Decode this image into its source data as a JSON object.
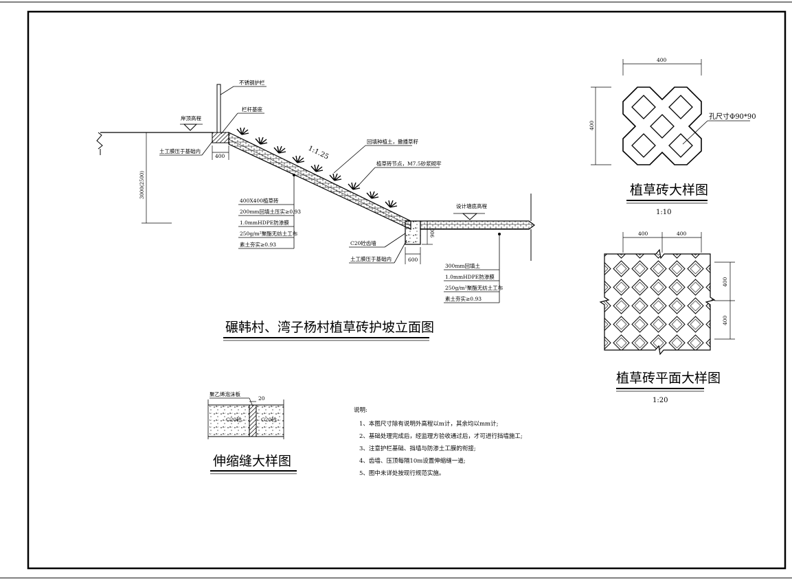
{
  "elevation": {
    "title": "碾韩村、湾子杨村植草砖护坡立面图",
    "labels": {
      "railing": "不锈钢护栏",
      "railing_base": "栏杆基座",
      "bank_top": "岸顶高程",
      "membrane_top": "土工膜压于基础内",
      "dim_400": "400",
      "dim_vertical": "3000(2500)",
      "slope": "1:1.25",
      "backfill_seed": "回填种植土，撒播草籽",
      "brick_node": "植草砖节点，M7.5砂浆砌牢",
      "design_bottom": "设计塘底高程",
      "toe_wall": "C20砼齿墙",
      "membrane_bottom": "土工膜压于基础内",
      "dim_600": "600",
      "dim_900": "900"
    },
    "slope_layers": [
      "400X400植草砖",
      "200mm回填土压实≥0.93",
      "1.0mmHDPE防渗膜",
      "250g/m²聚酯无纺土工布",
      "素土夯实≥0.93"
    ],
    "bottom_layers": [
      "300mm回填土",
      "1.0mmHDPE防渗膜",
      "250g/m²聚酯无纺土工布",
      "素土夯实≥0.93"
    ]
  },
  "brick_detail": {
    "title": "植草砖大样图",
    "scale": "1:10",
    "width_dim": "400",
    "height_dim": "400",
    "hole_label": "孔尺寸Φ90*90"
  },
  "plan_detail": {
    "title": "植草砖平面大样图",
    "scale": "1:20",
    "top_dims": [
      "400",
      "400"
    ],
    "side_dims": [
      "400",
      "400"
    ]
  },
  "joint_detail": {
    "title": "伸缩缝大样图",
    "board_label": "聚乙烯泡沫板",
    "gap_dim": "20",
    "left_concrete": "C20砼",
    "right_concrete": "C20砼"
  },
  "notes": {
    "heading": "说明:",
    "items": [
      "1、本图尺寸除有说明外高程以m计，其余均以mm计;",
      "2、基础处理完成后，经监理方验收通过后，才可进行挡墙施工;",
      "3、注意护栏基础、挡墙与防渗土工膜的衔接;",
      "4、齿墙、压顶每隔10m设置伸缩缝一道;",
      "5、图中未详处按现行规范实施。"
    ]
  }
}
